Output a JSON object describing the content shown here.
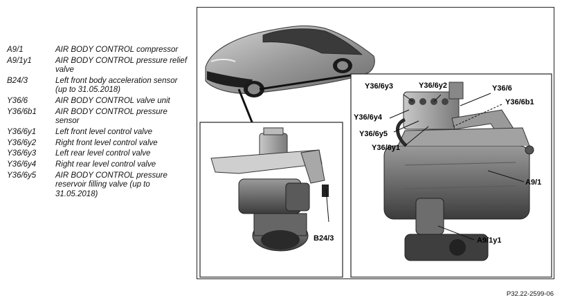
{
  "legend": [
    {
      "code": "A9/1",
      "desc": "AIR BODY CONTROL compressor"
    },
    {
      "code": "A9/1y1",
      "desc": "AIR BODY CONTROL pressure relief valve"
    },
    {
      "code": "B24/3",
      "desc": "Left front body acceleration sensor (up to 31.05.2018)"
    },
    {
      "code": "Y36/6",
      "desc": "AIR BODY CONTROL valve unit"
    },
    {
      "code": "Y36/6b1",
      "desc": "AIR BODY CONTROL pressure sensor"
    },
    {
      "code": "Y36/6y1",
      "desc": "Left front level control valve"
    },
    {
      "code": "Y36/6y2",
      "desc": "Right front level control valve"
    },
    {
      "code": "Y36/6y3",
      "desc": "Left rear level control valve"
    },
    {
      "code": "Y36/6y4",
      "desc": "Right rear level control valve"
    },
    {
      "code": "Y36/6y5",
      "desc": "AIR BODY CONTROL pressure reservoir filling valve (up to 31.05.2018)"
    }
  ],
  "callouts": {
    "y36_6y3": "Y36/6y3",
    "y36_6y2": "Y36/6y2",
    "y36_6": "Y36/6",
    "y36_6b1": "Y36/6b1",
    "y36_6y4": "Y36/6y4",
    "y36_6y5": "Y36/6y5",
    "y36_6y1": "Y36/6y1",
    "a9_1": "A9/1",
    "a9_1y1": "A9/1y1",
    "b24_3": "B24/3"
  },
  "figure_ref": "P32.22-2599-06"
}
